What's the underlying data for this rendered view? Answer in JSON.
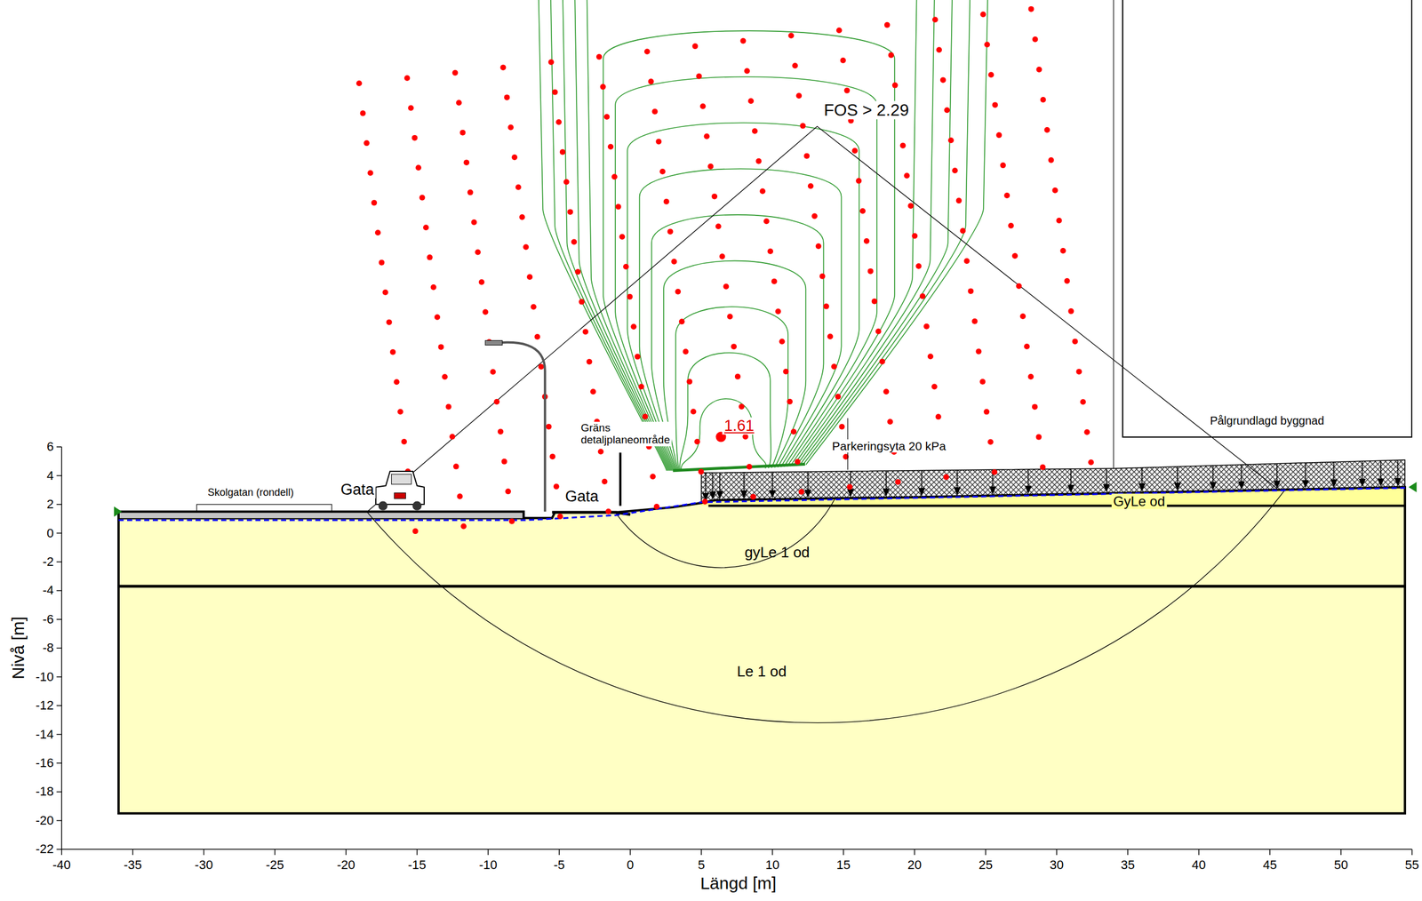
{
  "diagram": {
    "nodes": [
      {
        "text": [
          "Pålgrundlagd byggnad"
        ]
      },
      {
        "text": [
          "gyLe 1 od"
        ]
      },
      {
        "text": [
          "Le 1 od"
        ]
      }
    ],
    "labels": [
      "FOS > 2.29",
      "1.61",
      "Parkeringsyta 20 kPa",
      "Gräns detaljplaneområde",
      "Gata",
      "Gata",
      "Skolgatan (rondell)",
      "GyLe od",
      "Nivå [m]",
      "Längd [m]",
      "6",
      "4",
      "2",
      "0",
      "-2",
      "-4",
      "-6",
      "-8",
      "-10",
      "-12",
      "-14",
      "-16",
      "-18",
      "-20",
      "-22",
      "-40",
      "-35",
      "-30",
      "-25",
      "-20",
      "-15",
      "-10",
      "-5",
      "0",
      "5",
      "10",
      "15",
      "20",
      "25",
      "30",
      "35",
      "40",
      "45",
      "50",
      "55"
    ]
  }
}
